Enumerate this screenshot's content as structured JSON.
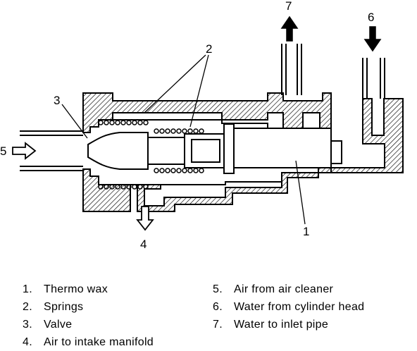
{
  "callouts": {
    "c1": "1",
    "c2": "2",
    "c3": "3",
    "c4": "4",
    "c5": "5",
    "c6": "6",
    "c7": "7"
  },
  "legend": {
    "left": [
      {
        "num": "1.",
        "text": "Thermo wax"
      },
      {
        "num": "2.",
        "text": "Springs"
      },
      {
        "num": "3.",
        "text": "Valve"
      },
      {
        "num": "4.",
        "text": "Air to intake manifold"
      }
    ],
    "right": [
      {
        "num": "5.",
        "text": "Air from air cleaner"
      },
      {
        "num": "6.",
        "text": "Water from cylinder head"
      },
      {
        "num": "7.",
        "text": "Water to inlet pipe"
      }
    ]
  }
}
